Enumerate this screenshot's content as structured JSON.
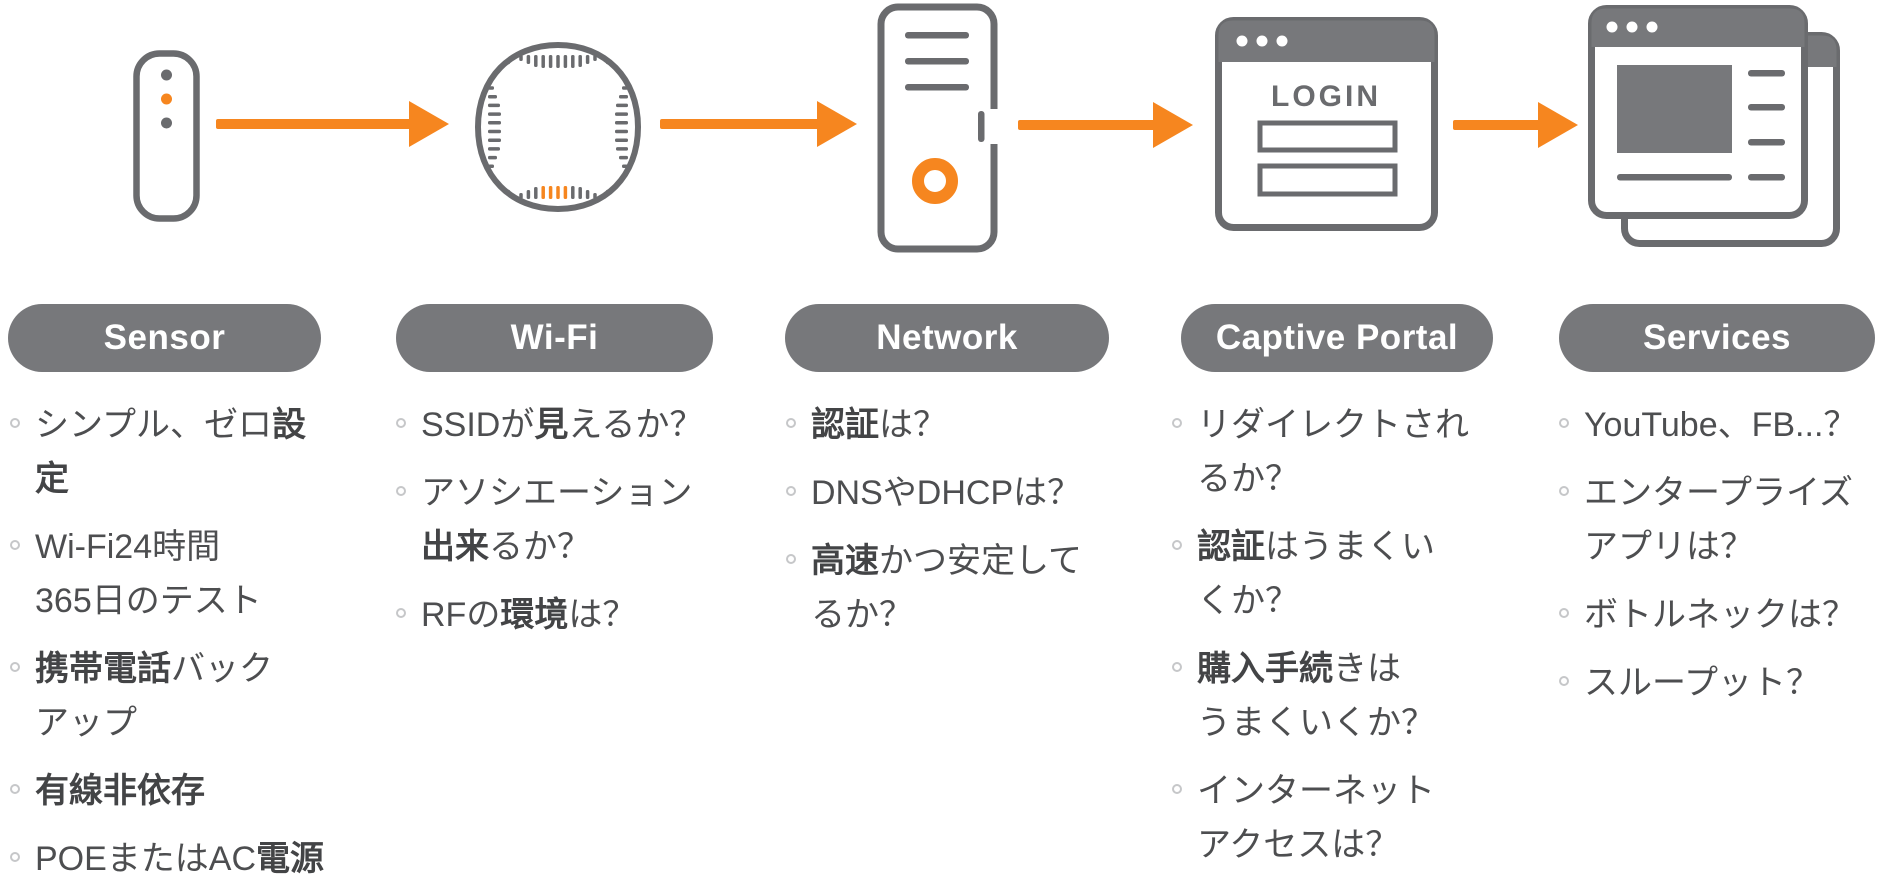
{
  "colors": {
    "accent_orange": "#F6861F",
    "pill_gray": "#77787B",
    "icon_outline_gray": "#6A6B6E",
    "body_text_gray": "#4D4E50",
    "bullet_ring_gray": "#C6C7C9"
  },
  "portal_icon": {
    "login_label": "LOGIN"
  },
  "stages": [
    {
      "label": "Sensor",
      "icon": "sensor-device-icon",
      "items": [
        {
          "segments": [
            {
              "text": "シンプル、ゼロ",
              "bold": false
            },
            {
              "text": "設定",
              "bold": true
            }
          ]
        },
        {
          "segments": [
            {
              "text": "Wi-Fi24時間\n365日のテスト",
              "bold": false
            }
          ]
        },
        {
          "segments": [
            {
              "text": "携帯電話",
              "bold": true
            },
            {
              "text": "バック\nアップ",
              "bold": false
            }
          ]
        },
        {
          "segments": [
            {
              "text": "有線非依存",
              "bold": true
            }
          ]
        },
        {
          "segments": [
            {
              "text": "POEまたはAC",
              "bold": false
            },
            {
              "text": "電源",
              "bold": true
            }
          ]
        }
      ]
    },
    {
      "label": "Wi-Fi",
      "icon": "wifi-access-point-icon",
      "items": [
        {
          "segments": [
            {
              "text": "SSIDが",
              "bold": false
            },
            {
              "text": "見",
              "bold": true
            },
            {
              "text": "えるか？",
              "bold": false
            }
          ]
        },
        {
          "segments": [
            {
              "text": "アソシエーション\n",
              "bold": false
            },
            {
              "text": "出来",
              "bold": true
            },
            {
              "text": "るか？",
              "bold": false
            }
          ]
        },
        {
          "segments": [
            {
              "text": "RFの",
              "bold": false
            },
            {
              "text": "環境",
              "bold": true
            },
            {
              "text": "は？",
              "bold": false
            }
          ]
        }
      ]
    },
    {
      "label": "Network",
      "icon": "server-tower-icon",
      "items": [
        {
          "segments": [
            {
              "text": "認証",
              "bold": true
            },
            {
              "text": "は？",
              "bold": false
            }
          ]
        },
        {
          "segments": [
            {
              "text": "DNSやDHCPは？",
              "bold": false
            }
          ]
        },
        {
          "segments": [
            {
              "text": "高速",
              "bold": true
            },
            {
              "text": "かつ安定して\nるか？",
              "bold": false
            }
          ]
        }
      ]
    },
    {
      "label": "Captive Portal",
      "icon": "captive-portal-window-icon",
      "items": [
        {
          "segments": [
            {
              "text": "リダイレクトされ\nるか？",
              "bold": false
            }
          ]
        },
        {
          "segments": [
            {
              "text": "認証",
              "bold": true
            },
            {
              "text": "はうまくい\nくか？",
              "bold": false
            }
          ]
        },
        {
          "segments": [
            {
              "text": "購入手続",
              "bold": true
            },
            {
              "text": "きは\nうまくいくか？",
              "bold": false
            }
          ]
        },
        {
          "segments": [
            {
              "text": "インターネット\nアクセスは？",
              "bold": false
            }
          ]
        }
      ]
    },
    {
      "label": "Services",
      "icon": "browser-windows-icon",
      "items": [
        {
          "segments": [
            {
              "text": "YouTube、FB...？",
              "bold": false
            }
          ]
        },
        {
          "segments": [
            {
              "text": "エンタープライズ\nアプリは？",
              "bold": false
            }
          ]
        },
        {
          "segments": [
            {
              "text": "ボトルネックは？",
              "bold": false
            }
          ]
        },
        {
          "segments": [
            {
              "text": "スループット？",
              "bold": false
            }
          ]
        }
      ]
    }
  ]
}
